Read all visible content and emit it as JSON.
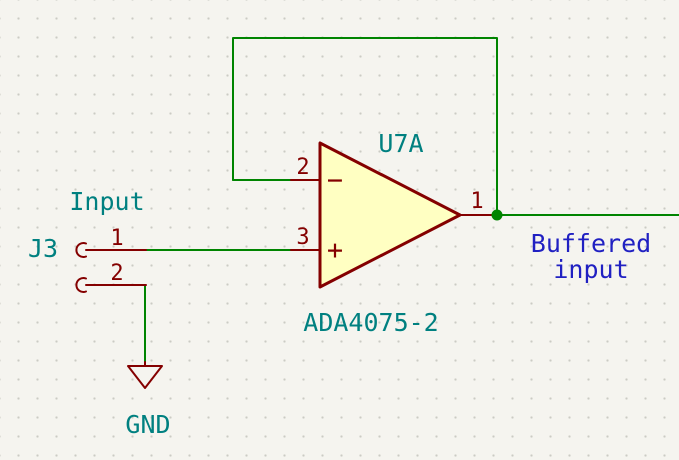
{
  "schematic": {
    "opamp": {
      "reference": "U7A",
      "value": "ADA4075-2",
      "inverting_pin_number": "2",
      "noninverting_pin_number": "3",
      "output_pin_number": "1",
      "minus_sign": "−",
      "plus_sign": "+"
    },
    "connector": {
      "reference": "J3",
      "pin1_number": "1",
      "pin2_number": "2"
    },
    "net_labels": {
      "input": "Input",
      "buffered_line1": "Buffered",
      "buffered_line2": "input",
      "gnd": "GND"
    },
    "colors": {
      "background": "#F5F4EF",
      "grid_dot": "#CBCBC4",
      "wire": "#008400",
      "junction": "#008400",
      "symbol_outline": "#840000",
      "symbol_fill": "#FFFFC2",
      "pin_number": "#840000",
      "reference_text": "#008080",
      "label_text": "#2020C2"
    }
  }
}
